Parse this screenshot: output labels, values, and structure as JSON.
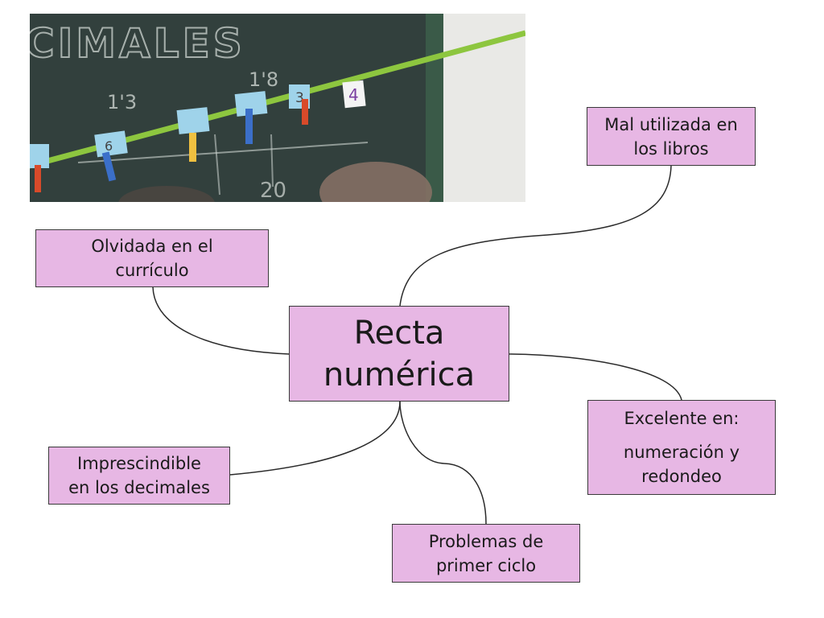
{
  "diagram": {
    "center": {
      "lines": [
        "Recta",
        "numérica"
      ]
    },
    "nodes": {
      "mal_utilizada": {
        "lines": [
          "Mal utilizada en",
          "los libros"
        ]
      },
      "olvidada": {
        "lines": [
          "Olvidada en el",
          "currículo"
        ]
      },
      "excelente": {
        "lines": [
          "Excelente en:",
          "numeración y",
          "redondeo"
        ]
      },
      "imprescindible": {
        "lines": [
          "Imprescindible",
          "en los decimales"
        ]
      },
      "problemas": {
        "lines": [
          "Problemas de",
          "primer ciclo"
        ]
      }
    },
    "photo": {
      "board_text": "CIMALES",
      "number_tags": [
        "6",
        "3",
        "4"
      ],
      "chalk_marks": [
        "1'3",
        "1'8",
        "20"
      ]
    },
    "colors": {
      "node_fill": "#e7b7e4",
      "node_border": "#3a3a3a",
      "connector": "#2a2a2a",
      "chalkboard": "#2e3b38",
      "number_line": "#8dc63f"
    }
  }
}
